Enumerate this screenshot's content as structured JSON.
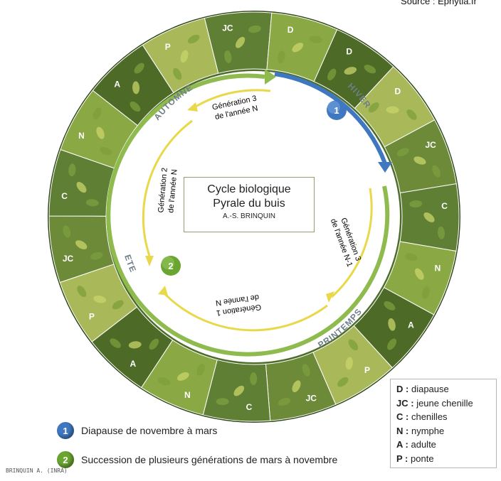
{
  "source": "Source : Ephytia.fr",
  "center": {
    "title_line1": "Cycle biologique",
    "title_line2": "Pyrale du buis",
    "author": "A.-S. BRINQUIN"
  },
  "seasons": {
    "autumn": "AUTOMNE",
    "winter": "HIVER",
    "spring": "PRINTEMPS",
    "summer": "ETE"
  },
  "generations": {
    "gen3_n_line1": "Génération 3",
    "gen3_n_line2": "de l'année N",
    "gen2_n_line1": "Génération 2",
    "gen2_n_line2": "de l'année N",
    "gen1_n_line1": "Génération 1",
    "gen1_n_line2": "de l'année N",
    "gen3_n1_line1": "Génération 3",
    "gen3_n1_line2": "de l'année N-1"
  },
  "ring_labels": [
    "JC",
    "D",
    "D",
    "D",
    "JC",
    "C",
    "N",
    "A",
    "P",
    "JC",
    "C",
    "N",
    "A",
    "P",
    "JC",
    "C",
    "N",
    "A",
    "P"
  ],
  "markers": [
    {
      "number": "1",
      "color": "#3f78c0"
    },
    {
      "number": "2",
      "color": "#6aa531"
    }
  ],
  "notes": [
    {
      "number": "1",
      "text": "Diapause de novembre à mars"
    },
    {
      "number": "2",
      "text": "Succession de plusieurs générations de mars à novembre"
    }
  ],
  "legend": [
    {
      "key": "D :",
      "value": "diapause"
    },
    {
      "key": "JC :",
      "value": "jeune chenille"
    },
    {
      "key": "C :",
      "value": "chenilles"
    },
    {
      "key": "N :",
      "value": "nymphe"
    },
    {
      "key": "A :",
      "value": "adulte"
    },
    {
      "key": "P :",
      "value": "ponte"
    }
  ],
  "credit": "BRINQUIN A. (INRA)",
  "colors": {
    "winter_arrow": "#3f78c0",
    "green_arrow": "#8fbb4e",
    "yellow_arrow": "#e8d84a",
    "foliage_dark": "#3e5a22",
    "foliage_light": "#9fbf54"
  }
}
